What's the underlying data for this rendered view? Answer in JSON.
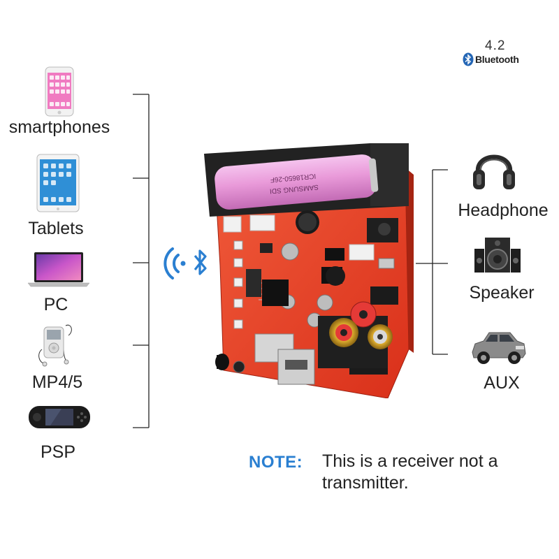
{
  "badge": {
    "version": "4.2",
    "brand": "Bluetooth"
  },
  "sources": [
    {
      "label": "smartphones",
      "icon": "smartphone-icon"
    },
    {
      "label": "Tablets",
      "icon": "tablet-icon"
    },
    {
      "label": "PC",
      "icon": "laptop-icon"
    },
    {
      "label": "MP4/5",
      "icon": "mp4-player-icon"
    },
    {
      "label": "PSP",
      "icon": "psp-console-icon"
    }
  ],
  "outputs": [
    {
      "label": "Headphone",
      "icon": "headphone-icon"
    },
    {
      "label": "Speaker",
      "icon": "speaker-icon"
    },
    {
      "label": "AUX",
      "icon": "car-icon"
    }
  ],
  "board": {
    "battery_text_1": "ICR18650-26F",
    "battery_text_2": "SAMSUNG SDI"
  },
  "note": {
    "key": "NOTE:",
    "text": "This is a receiver not a transmitter."
  },
  "colors": {
    "accent_blue": "#2a7fd1",
    "board_red": "#e8341e",
    "battery_pink": "#e99ad9"
  }
}
